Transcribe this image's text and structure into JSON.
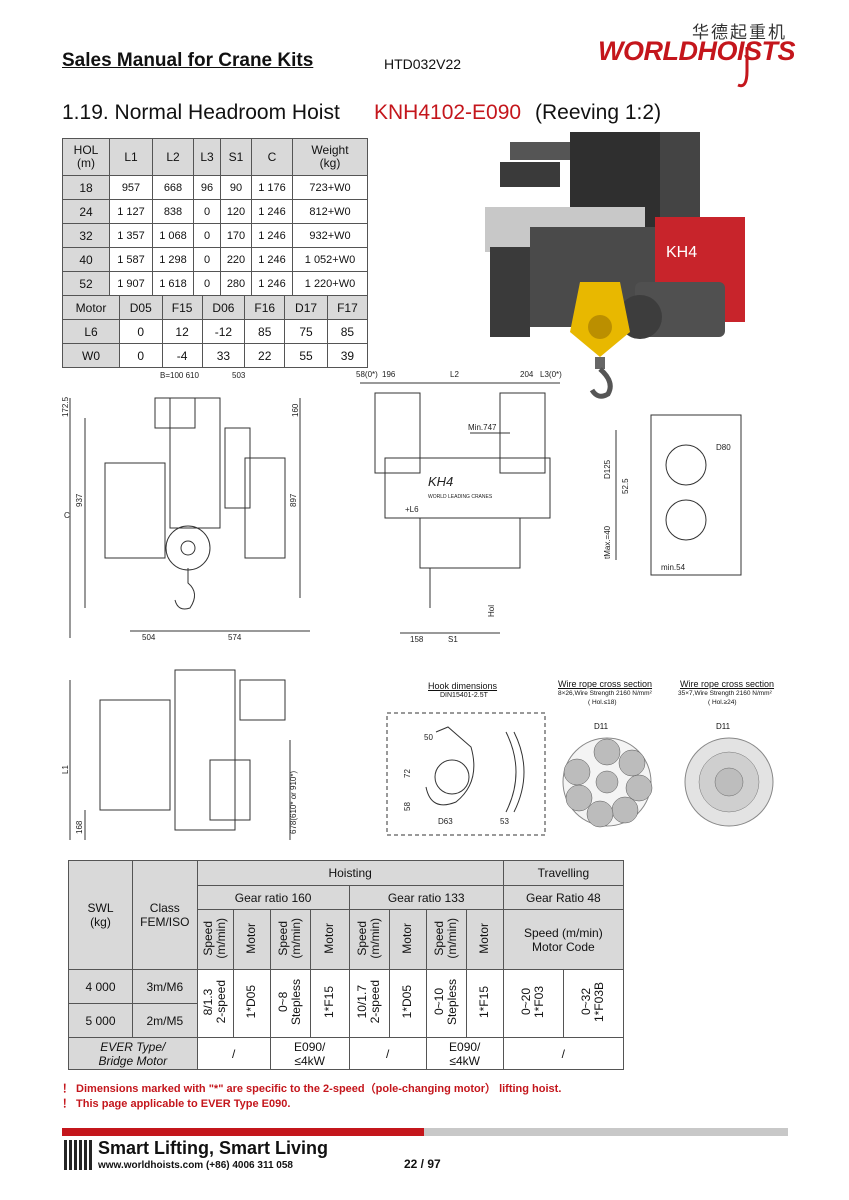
{
  "header": {
    "title": "Sales Manual for Crane Kits",
    "code": "HTD032V22",
    "logo_cn": "华德起重机",
    "logo": "WORLDHOISTS"
  },
  "section": {
    "title": "1.19. Normal Headroom Hoist",
    "model": "KNH4102-E090",
    "reeving": "(Reeving 1:2)"
  },
  "spec_table": {
    "headers": [
      "HOL\n(m)",
      "L1",
      "L2",
      "L3",
      "S1",
      "C",
      "Weight\n(kg)"
    ],
    "rows": [
      [
        "18",
        "957",
        "668",
        "96",
        "90",
        "1 176",
        "723+W0"
      ],
      [
        "24",
        "1 127",
        "838",
        "0",
        "120",
        "1 246",
        "812+W0"
      ],
      [
        "32",
        "1 357",
        "1 068",
        "0",
        "170",
        "1 246",
        "932+W0"
      ],
      [
        "40",
        "1 587",
        "1 298",
        "0",
        "220",
        "1 246",
        "1 052+W0"
      ],
      [
        "52",
        "1 907",
        "1 618",
        "0",
        "280",
        "1 246",
        "1 220+W0"
      ]
    ]
  },
  "motor_table": {
    "headers": [
      "Motor",
      "D05",
      "F15",
      "D06",
      "F16",
      "D17",
      "F17"
    ],
    "rows": [
      [
        "L6",
        "0",
        "12",
        "-12",
        "85",
        "75",
        "85"
      ],
      [
        "W0",
        "0",
        "-4",
        "33",
        "22",
        "55",
        "39"
      ]
    ]
  },
  "drawing_labels": {
    "b_dims": "B=100 610",
    "d503": "503",
    "d172": "172.5",
    "d160": "160",
    "d937": "937",
    "d897": "897",
    "c": "C",
    "d504": "504",
    "d574": "574",
    "l1": "L1",
    "d168": "168",
    "d678": "678(610* or 910*)",
    "l58": "58(0*)",
    "d196": "196",
    "l2": "L2",
    "d204": "204",
    "l3": "L3(0*)",
    "min747": "Min.747",
    "plus_l6": "+L6",
    "d158": "158",
    "s1": "S1",
    "hol": "Hol",
    "kh4": "KH4",
    "kh4_tag": "WORLD LEADING CRANES",
    "d125": "D125",
    "d52": "52.5",
    "d80": "D80",
    "tmax": "tMax.=40",
    "min54": "min.54",
    "hook_title": "Hook dimensions",
    "hook_std": "DIN15401-2.5T",
    "d63": "D63",
    "d53": "53",
    "d50": "50",
    "d72": "72",
    "d58": "58",
    "rope1_title": "Wire rope cross section",
    "rope1_spec": "8×26,Wire Strength 2160 N/mm²",
    "rope1_hol": "( Hol.≤18)",
    "rope2_title": "Wire rope cross section",
    "rope2_spec": "35×7,Wire Strength 2160 N/mm²",
    "rope2_hol": "( Hol.≥24)",
    "d11": "D11"
  },
  "perf_table": {
    "hoisting": "Hoisting",
    "travelling": "Travelling",
    "swl": "SWL\n(kg)",
    "class": "Class\nFEM/ISO",
    "gear160": "Gear ratio 160",
    "gear133": "Gear ratio 133",
    "gear48": "Gear Ratio 48",
    "speed": "Speed\n(m/min)",
    "motor": "Motor",
    "speed_motor_code": "Speed (m/min)\nMotor Code",
    "rows": [
      {
        "swl": "4 000",
        "class": "3m/M6"
      },
      {
        "swl": "5 000",
        "class": "2m/M5"
      }
    ],
    "values": {
      "g160_speed1": "8/1.3\n2-speed",
      "g160_motor1": "1*D05",
      "g160_speed2": "0~8\nStepless",
      "g160_motor2": "1*F15",
      "g133_speed1": "10/1.7\n2-speed",
      "g133_motor1": "1*D05",
      "g133_speed2": "0~10\nStepless",
      "g133_motor2": "1*F15",
      "trav1": "0~20\n1*F03",
      "trav2": "0~32\n1*F03B"
    },
    "ever_row_label": "EVER Type/\nBridge Motor",
    "ever_values": [
      "/",
      "E090/\n≤4kW",
      "/",
      "E090/\n≤4kW",
      "/"
    ]
  },
  "notes": [
    "！ Dimensions marked with \"*\" are specific to the 2-speed（pole-changing motor） lifting hoist.",
    "！ This page applicable to EVER Type E090."
  ],
  "footer": {
    "slogan": "Smart Lifting, Smart Living",
    "web": "www.worldhoists.com  (+86) 4006 311 058",
    "page": "22 / 97"
  },
  "colors": {
    "brand_red": "#c4161c",
    "header_grey": "#d9d9d9",
    "footer_grey": "#c8c8c8"
  }
}
